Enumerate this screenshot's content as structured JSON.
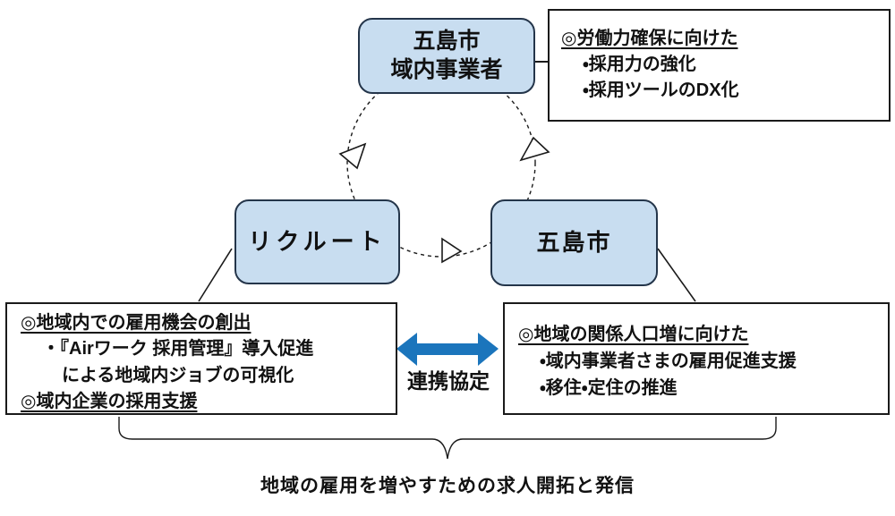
{
  "colors": {
    "box_fill": "#c8ddf0",
    "box_border": "#24354a",
    "arrow_blue": "#1b75bc",
    "line": "#1a1a1a"
  },
  "nodes": {
    "top": {
      "line1": "五島市",
      "line2": "域内事業者"
    },
    "left": {
      "label": "リクルート"
    },
    "right": {
      "label": "五島市"
    }
  },
  "callouts": {
    "top_right": {
      "heading": "◎労働力確保に向けた",
      "item1": "・採用力の強化",
      "item2": "・採用ツールのDX化"
    },
    "bottom_left": {
      "heading1": "◎地域内での雇用機会の創出",
      "item1": "・『Airワーク 採用管理』導入促進",
      "item2": "による地域内ジョブの可視化",
      "heading2": "◎域内企業の採用支援"
    },
    "bottom_right": {
      "heading": "◎地域の関係人口増に向けた",
      "item1": "・域内事業者さまの雇用促進支援",
      "item2": "・移住・定住の推進"
    }
  },
  "partnership_label": "連携協定",
  "caption": "地域の雇用を増やすための求人開拓と発信"
}
